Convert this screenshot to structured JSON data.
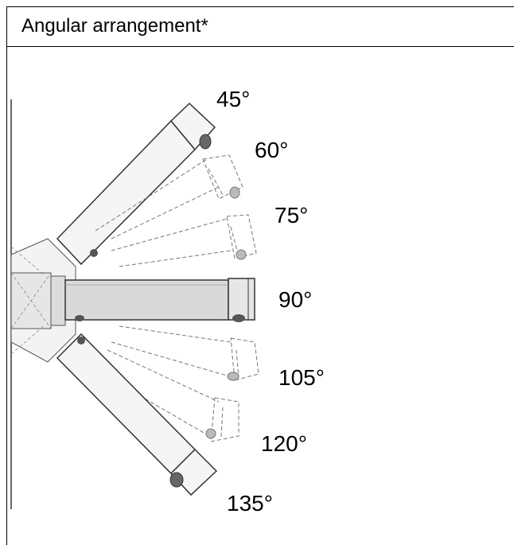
{
  "header": {
    "title": "Angular arrangement*"
  },
  "diagram": {
    "angles": [
      {
        "id": "45",
        "label": "45°",
        "style": "solid"
      },
      {
        "id": "60",
        "label": "60°",
        "style": "dashed"
      },
      {
        "id": "75",
        "label": "75°",
        "style": "dashed"
      },
      {
        "id": "90",
        "label": "90°",
        "style": "solid-highlight"
      },
      {
        "id": "105",
        "label": "105°",
        "style": "dashed"
      },
      {
        "id": "120",
        "label": "120°",
        "style": "dashed"
      },
      {
        "id": "135",
        "label": "135°",
        "style": "solid"
      }
    ],
    "colors": {
      "stroke": "#333333",
      "fill_light": "#f2f2f2",
      "fill_highlight": "#d9d9d9",
      "dashed_stroke": "#666666"
    }
  }
}
